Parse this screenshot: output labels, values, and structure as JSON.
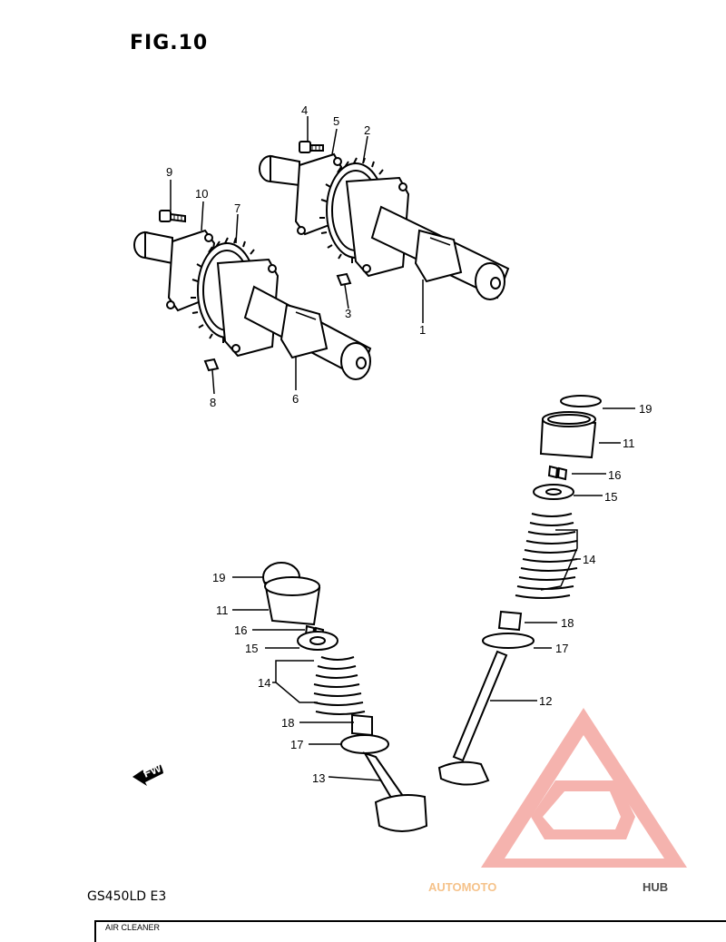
{
  "figure": {
    "title": "FIG.10",
    "model": "GS450LD  E3",
    "footer_text": "AIR CLEANER"
  },
  "direction_marker": "FWD",
  "callouts": [
    "1",
    "2",
    "3",
    "4",
    "5",
    "6",
    "7",
    "8",
    "9",
    "10",
    "11",
    "11",
    "12",
    "13",
    "14",
    "14",
    "15",
    "15",
    "16",
    "16",
    "17",
    "17",
    "18",
    "18",
    "19",
    "19"
  ],
  "watermark": {
    "part1": "AUTOMOTO",
    "part2": "HUB",
    "accent": "#f08080",
    "dark": "#4a4a4a",
    "light": "#f5b7a0"
  }
}
